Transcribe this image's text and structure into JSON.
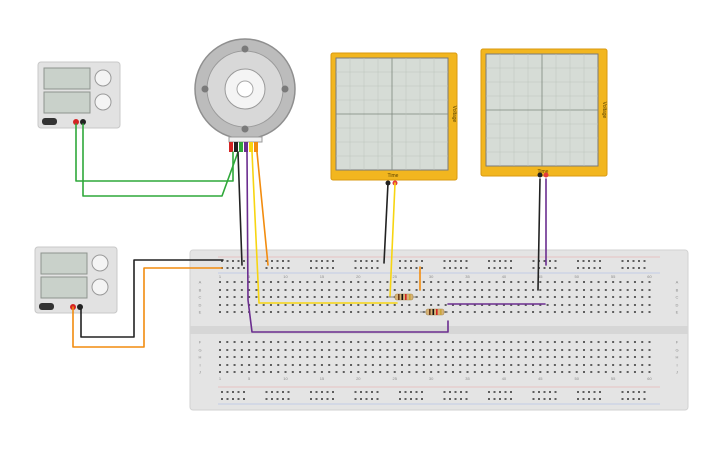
{
  "power_supplies": [
    {
      "id": "supply-1"
    },
    {
      "id": "supply-2"
    }
  ],
  "oscilloscopes": [
    {
      "id": "scope-1",
      "time_label": "Time",
      "voltage_label": "Voltage"
    },
    {
      "id": "scope-2",
      "time_label": "Time",
      "voltage_label": "Voltage"
    }
  ],
  "breadboard": {
    "column_numbers": [
      "1",
      "5",
      "10",
      "15",
      "20",
      "25",
      "30",
      "35",
      "40",
      "45",
      "50",
      "55",
      "60"
    ],
    "row_letters_top": [
      "A",
      "B",
      "C",
      "D",
      "E"
    ],
    "row_letters_bottom": [
      "F",
      "G",
      "H",
      "I",
      "J"
    ]
  },
  "colors": {
    "oscilloscope_frame": "#f2b61f",
    "screen": "#d6dcd6",
    "breadboard": "#e4e4e4",
    "wire_green": "#2fa83a",
    "wire_black": "#222222",
    "wire_orange": "#f28c0f",
    "wire_yellow": "#f7d511",
    "wire_purple": "#6b2d8f",
    "wire_red": "#d42424",
    "probe_red": "#e43b3b"
  }
}
